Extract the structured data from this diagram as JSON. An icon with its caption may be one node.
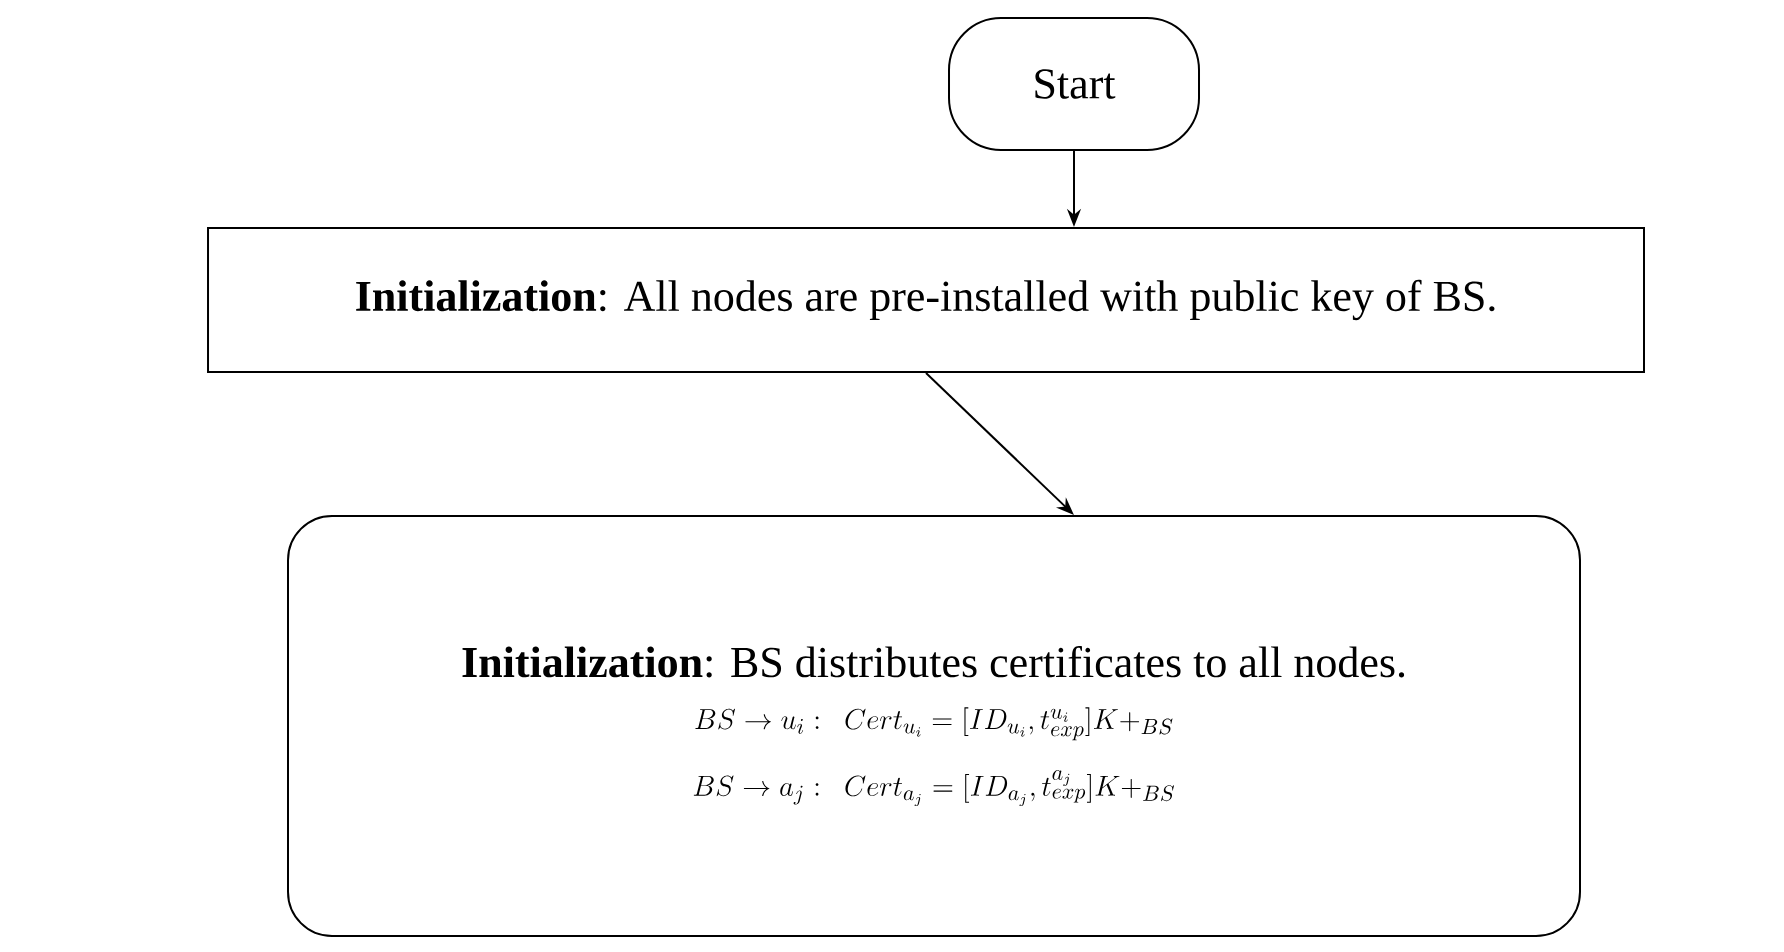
{
  "diagram": {
    "nodes": [
      {
        "text": [
          "Start"
        ]
      },
      {
        "text": [
          "**Initialization**: All nodes are pre-installed with public key of BS."
        ]
      },
      {
        "text": [
          "**Initialization**: BS distributes certificates to all nodes.",
          "BS \\rightarrow u_i :\\ \\ Cert_{u_i} = [ID_{u_i}, t_{exp}^{u_i}]K +_{BS}",
          "BS \\rightarrow a_j :\\ \\ Cert_{a_j} = [ID_{a_j}, t_{exp}^{a_j}]K +_{BS}"
        ]
      }
    ],
    "edges": [
      {
        "from": 0,
        "to": 1,
        "arrow": "to"
      },
      {
        "from": 1,
        "to": 2,
        "arrow": "to"
      }
    ]
  }
}
